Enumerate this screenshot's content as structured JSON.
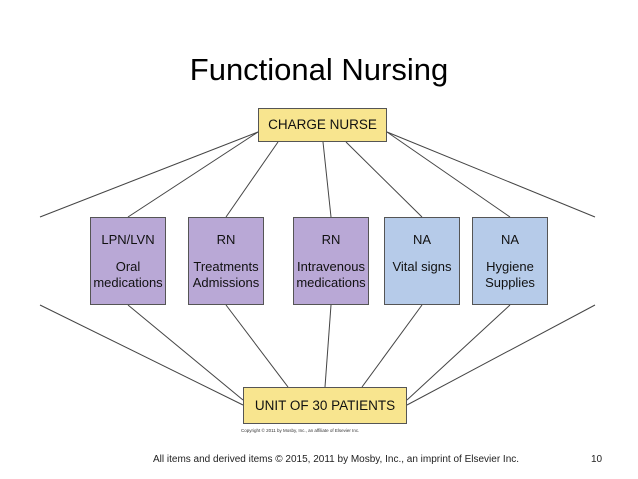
{
  "title": "Functional Nursing",
  "top_box": "CHARGE NURSE",
  "bottom_box": "UNIT OF 30 PATIENTS",
  "roles": [
    {
      "title": "LPN/LVN",
      "tasks": "Oral\nmedications",
      "color": "#b9a8d6"
    },
    {
      "title": "RN",
      "tasks": "Treatments\nAdmissions",
      "color": "#b9a8d6"
    },
    {
      "title": "RN",
      "tasks": "Intravenous\nmedications",
      "color": "#b9a8d6"
    },
    {
      "title": "NA",
      "tasks": "Vital signs",
      "color": "#b6cbe9"
    },
    {
      "title": "NA",
      "tasks": "Hygiene\nSupplies",
      "color": "#b6cbe9"
    }
  ],
  "box_highlight_color": "#f8e58f",
  "figure_copyright": "Copyright © 2011 by Mosby, Inc., an affiliate of Elsevier Inc.",
  "footer": "All items and derived items © 2015, 2011 by Mosby, Inc., an imprint of Elsevier Inc.",
  "page_number": "10"
}
